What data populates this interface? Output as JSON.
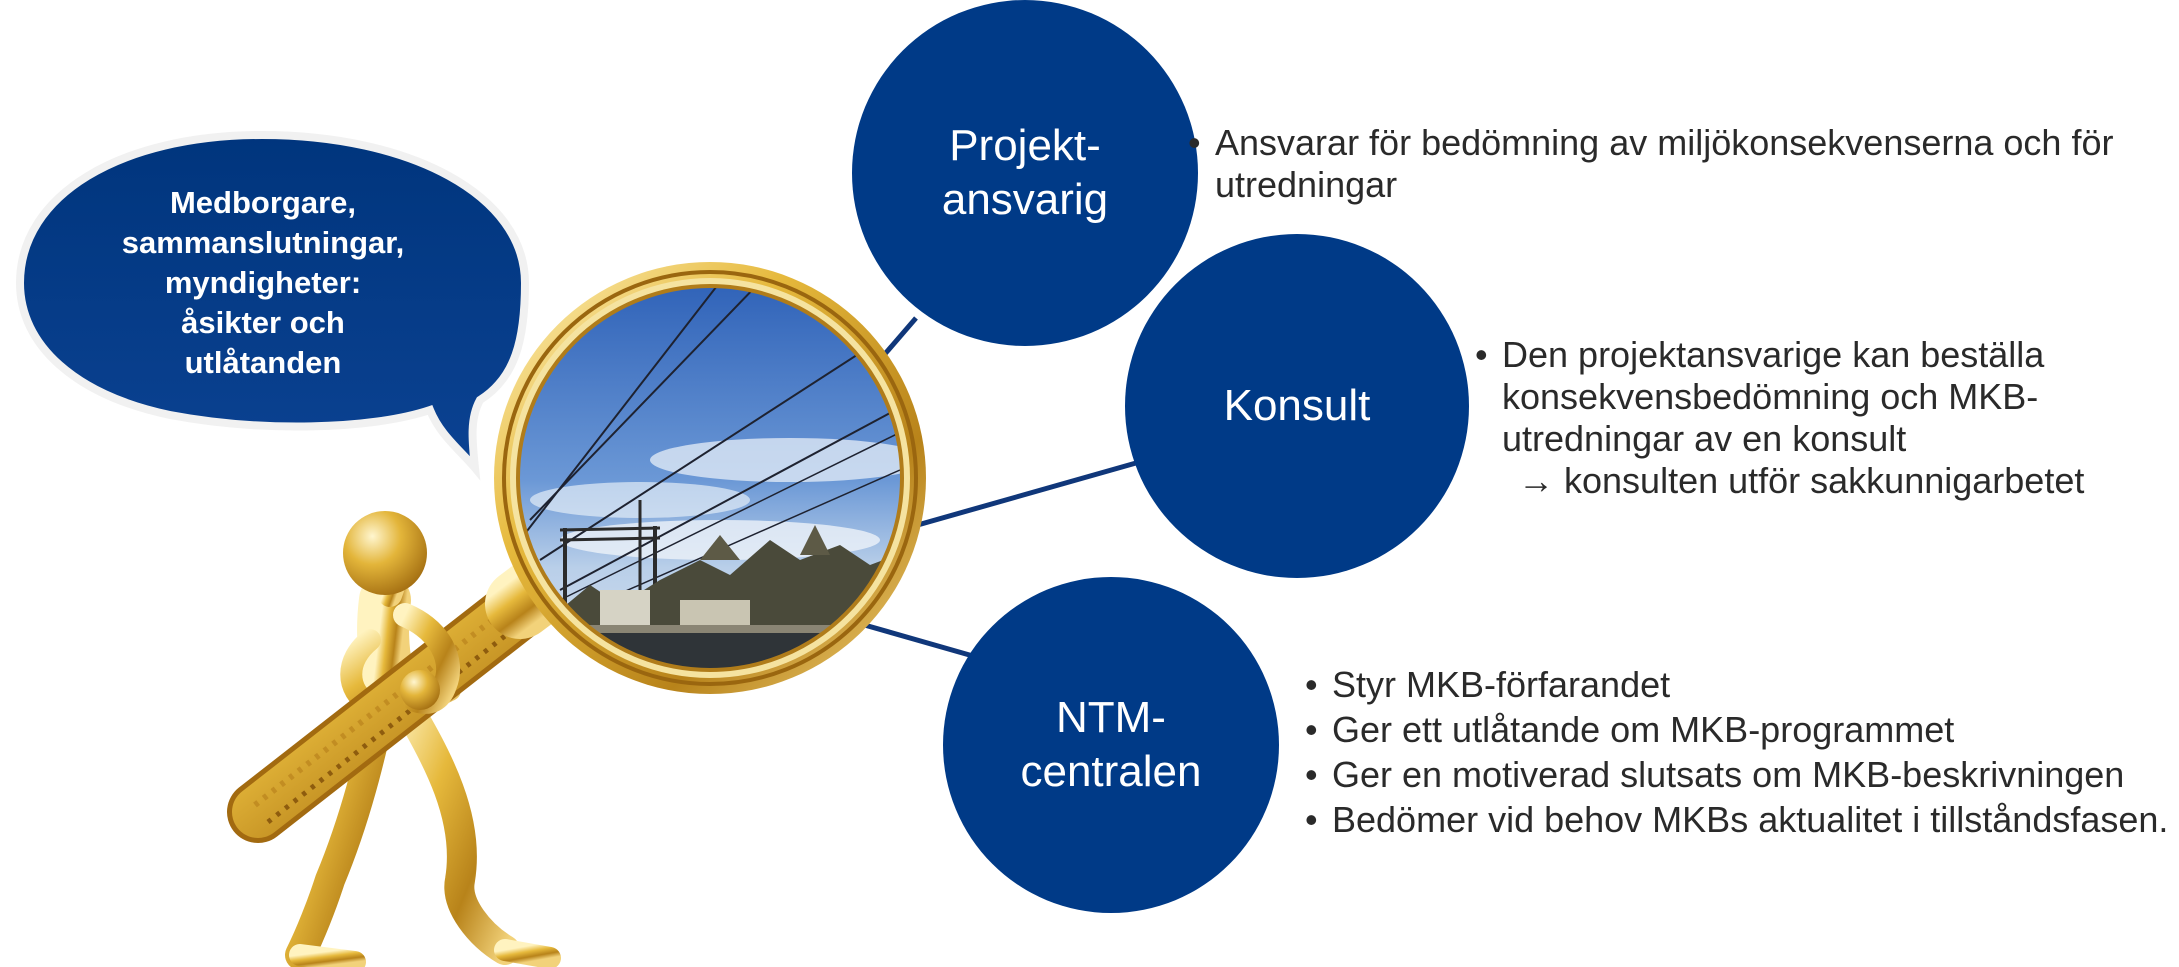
{
  "speech_bubble": {
    "lines": [
      "Medborgare,",
      "sammanslutningar,",
      "myndigheter:",
      "åsikter och",
      "utlåtanden"
    ]
  },
  "roles": {
    "projekt": {
      "label_lines": [
        "Projekt-",
        "ansvarig"
      ],
      "bullets": [
        "Ansvarar för bedömning av miljökonsekvenserna och för utredningar"
      ]
    },
    "konsult": {
      "label_lines": [
        "Konsult"
      ],
      "bullet_lines": [
        "Den projektansvarige kan beställa",
        "konsekvensbedömning och MKB-",
        "utredningar av en konsult"
      ],
      "arrow": "→",
      "arrow_text": "konsulten utför sakkunnigarbetet"
    },
    "ntm": {
      "label_lines": [
        "NTM-",
        "centralen"
      ],
      "bullets": [
        "Styr MKB-förfarandet",
        "Ger ett utlåtande om MKB-programmet",
        "Ger en motiverad slutsats om MKB-beskrivningen",
        "Bedömer vid behov MKBs aktualitet i tillståndsfasen."
      ]
    }
  },
  "colors": {
    "circle": "#003a87",
    "connector": "#10377a",
    "text": "#2a2a2a",
    "gold": "#d7a62c"
  },
  "icons": {
    "figure": "gold-figure-with-magnifying-glass-icon",
    "photo": "railway-sky-photo"
  }
}
